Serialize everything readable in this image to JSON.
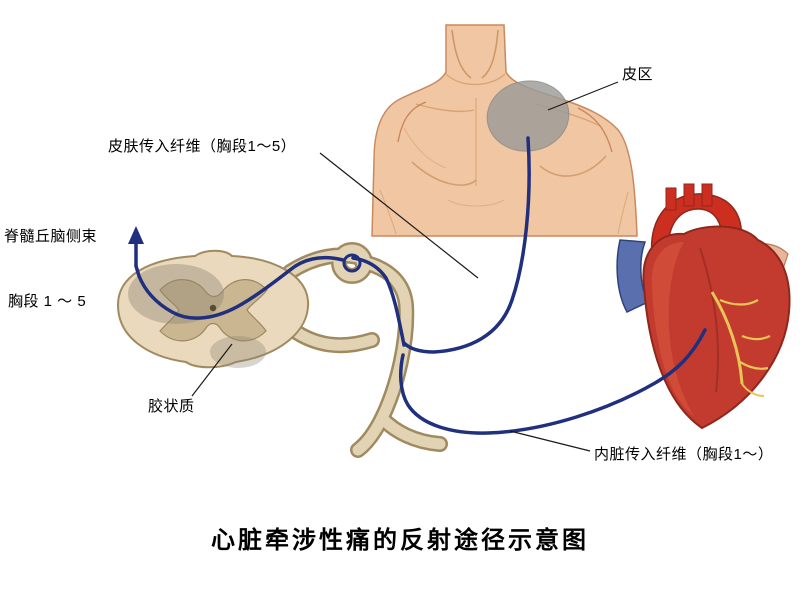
{
  "diagram": {
    "title": "心脏牵涉性痛的反射途径示意图",
    "labels": {
      "dermatome": "皮区",
      "cutaneous_afferent": "皮肤传入纤维（胸段1～5）",
      "spinothalamic_tract": "脊髓丘脑侧束",
      "thoracic_segments": "胸段 1 ～ 5",
      "substantia_gelatinosa": "胶状质",
      "visceral_afferent": "内脏传入纤维（胸段1～）"
    },
    "colors": {
      "pathway_blue": "#20307e",
      "skin_tone": "#f1c6a2",
      "skin_outline": "#c9895e",
      "heart_red": "#c23b2e",
      "aorta_red": "#cc2f1f",
      "vein_blue": "#5a6fae",
      "coronary_yellow": "#e9c457",
      "cord_beige": "#ead9bd",
      "gray_matter_tan": "#c9b58f",
      "dermatome_gray": "#9b9b99",
      "pointer_black": "#1a1a1a"
    }
  }
}
